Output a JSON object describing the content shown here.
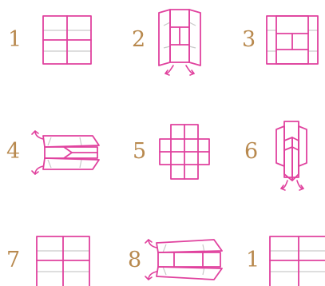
{
  "colors": {
    "stroke": "#e0429e",
    "fold_line": "#c9c9c9",
    "arrow": "#e0429e",
    "number": "#b8894e",
    "background": "#ffffff"
  },
  "steps": [
    {
      "label": "1",
      "shape": "square-cross"
    },
    {
      "label": "2",
      "shape": "vertical-fold-arrows-down"
    },
    {
      "label": "3",
      "shape": "square-center-rect"
    },
    {
      "label": "4",
      "shape": "horizontal-fold-arrows-left"
    },
    {
      "label": "5",
      "shape": "plus-cross"
    },
    {
      "label": "6",
      "shape": "narrow-vertical-fold-arrows-down"
    },
    {
      "label": "7",
      "shape": "square-cross"
    },
    {
      "label": "8",
      "shape": "wide-horizontal-fold-arrows-left"
    },
    {
      "label": "1",
      "shape": "square-cross"
    }
  ]
}
